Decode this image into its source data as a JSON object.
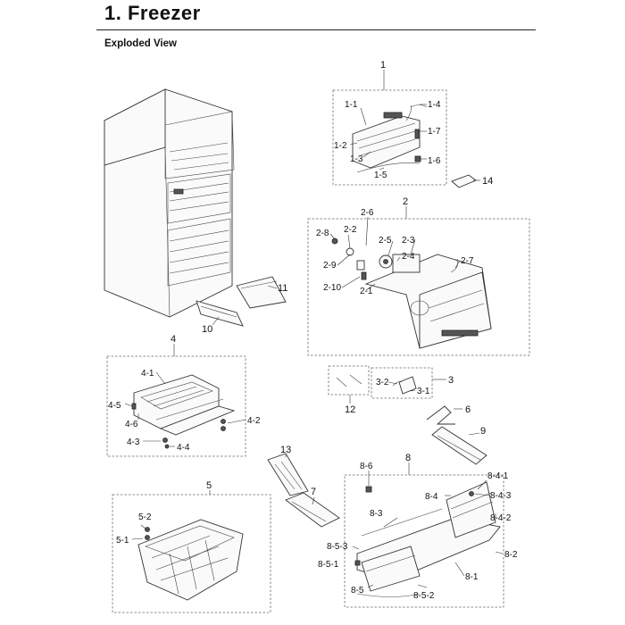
{
  "header": {
    "title": "1. Freezer",
    "subtitle": "Exploded View"
  },
  "labels": {
    "l1": "1",
    "l1_1": "1-1",
    "l1_2": "1-2",
    "l1_3": "1-3",
    "l1_4": "1-4",
    "l1_5": "1-5",
    "l1_6": "1-6",
    "l1_7": "1-7",
    "l14": "14",
    "l2": "2",
    "l2_1": "2-1",
    "l2_2": "2-2",
    "l2_3": "2-3",
    "l2_4": "2-4",
    "l2_5": "2-5",
    "l2_6": "2-6",
    "l2_7": "2-7",
    "l2_8": "2-8",
    "l2_9": "2-9",
    "l2_10": "2-10",
    "l11": "11",
    "l10": "10",
    "l3": "3",
    "l3_1": "3-1",
    "l3_2": "3-2",
    "l12": "12",
    "l4": "4",
    "l4_1": "4-1",
    "l4_2": "4-2",
    "l4_3": "4-3",
    "l4_4": "4-4",
    "l4_5": "4-5",
    "l4_6": "4-6",
    "l6": "6",
    "l9": "9",
    "l13": "13",
    "l5": "5",
    "l5_1": "5-1",
    "l5_2": "5-2",
    "l7": "7",
    "l8": "8",
    "l8_1": "8-1",
    "l8_2": "8-2",
    "l8_3": "8-3",
    "l8_4": "8-4",
    "l8_4_1": "8-4-1",
    "l8_4_2": "8-4-2",
    "l8_4_3": "8-4-3",
    "l8_5": "8-5",
    "l8_5_1": "8-5-1",
    "l8_5_2": "8-5-2",
    "l8_5_3": "8-5-3",
    "l8_6": "8-6"
  }
}
